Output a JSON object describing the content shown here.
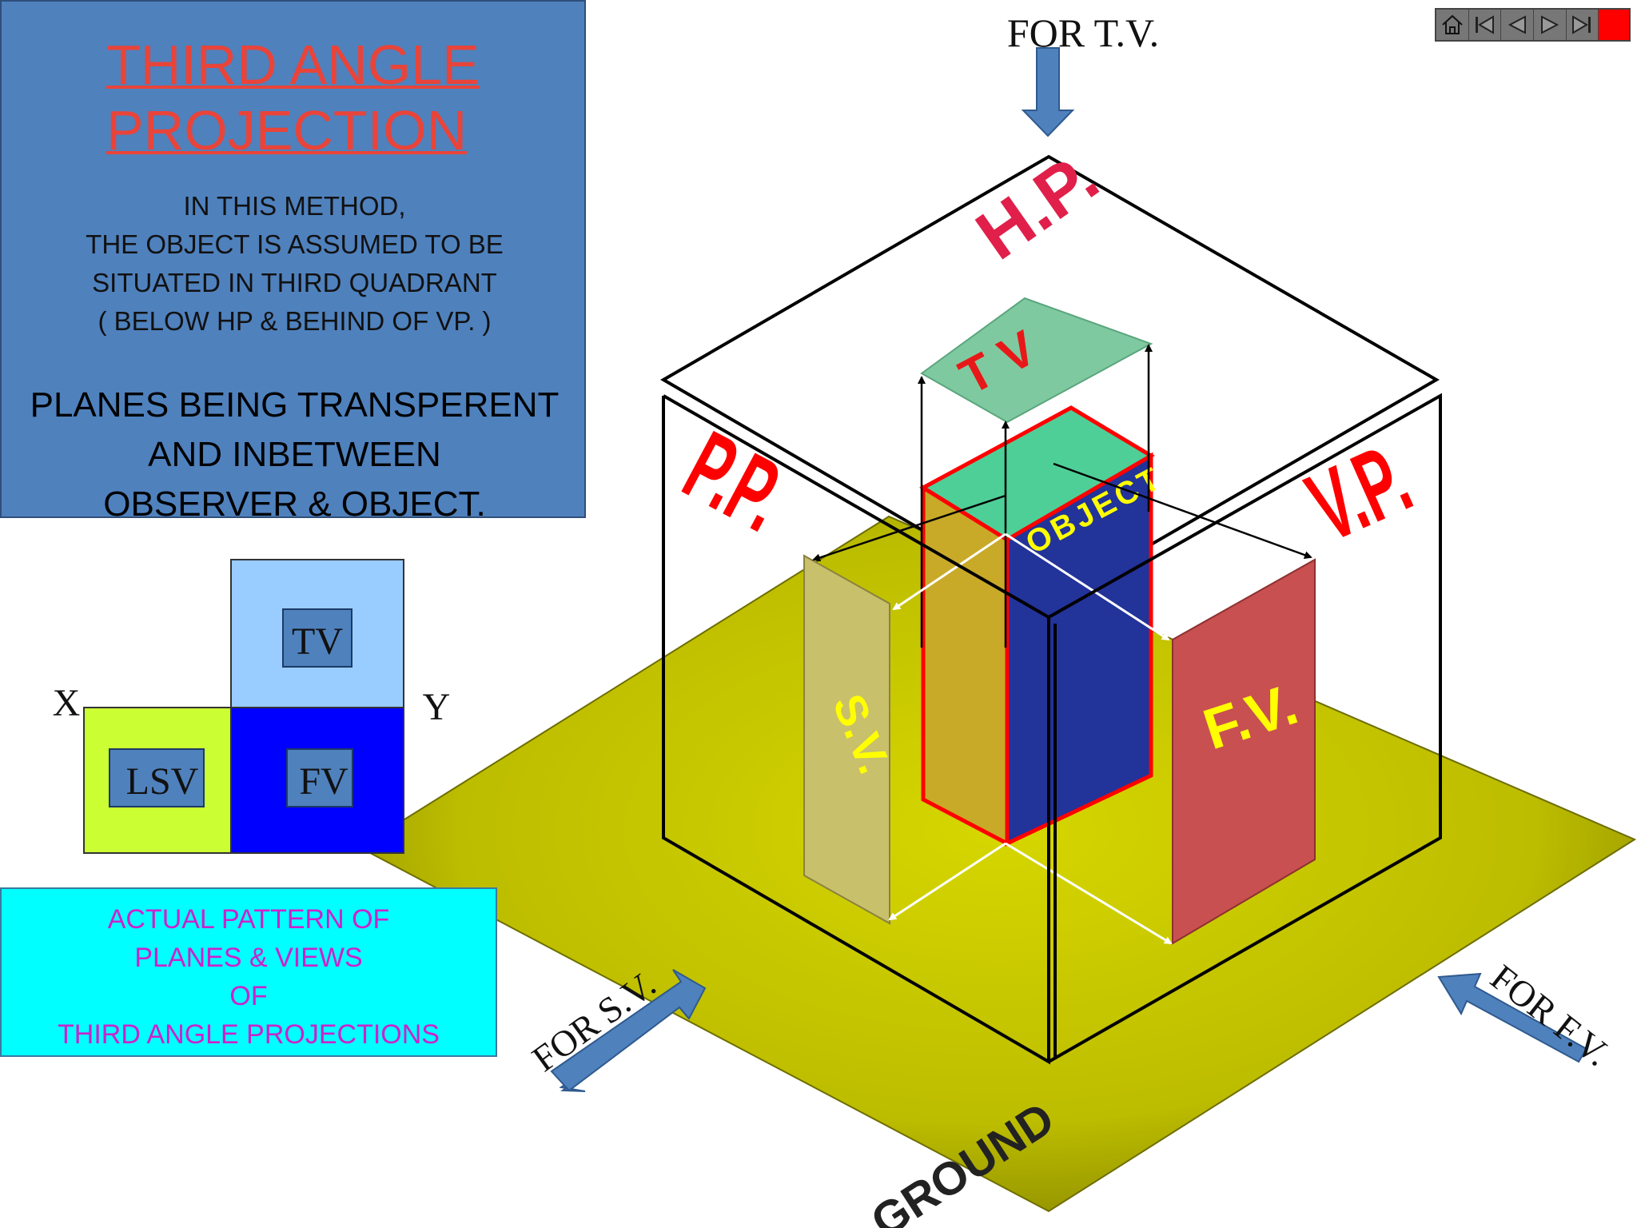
{
  "info_box": {
    "title_line1": "THIRD ANGLE ",
    "title_line2": "PROJECTION",
    "method_lines": [
      "IN THIS METHOD,",
      "THE OBJECT IS ASSUMED TO BE",
      "SITUATED IN THIRD QUADRANT",
      "( BELOW HP & BEHIND OF VP. )"
    ],
    "planes_lines": [
      "PLANES BEING TRANSPERENT",
      "AND INBETWEEN",
      "OBSERVER & OBJECT."
    ]
  },
  "pattern": {
    "x_label": "X",
    "y_label": "Y",
    "tv": "TV",
    "fv": "FV",
    "lsv": "LSV"
  },
  "pattern_box_lines": [
    "ACTUAL PATTERN OF",
    "PLANES & VIEWS",
    "OF",
    "THIRD ANGLE PROJECTIONS"
  ],
  "diagram": {
    "for_tv": "FOR T.V.",
    "for_sv": "FOR S.V.",
    "for_fv": "FOR F.V.",
    "hp": "H.P.",
    "pp": "P.P.",
    "vp": "V.P.",
    "tv": "T V",
    "object": "OBJECT",
    "sv": "S.V.",
    "fv": "F.V.",
    "ground": "GROUND"
  },
  "colors": {
    "info_bg": "#4f81bd",
    "title": "#e8443a",
    "pattern_box_bg": "#00ffff",
    "pattern_text": "#cc22cc",
    "ground": "#c8c800",
    "plane_label_red": "#ff0000",
    "hp_label": "#e0204a",
    "view_label_yellow": "#ffff00"
  }
}
